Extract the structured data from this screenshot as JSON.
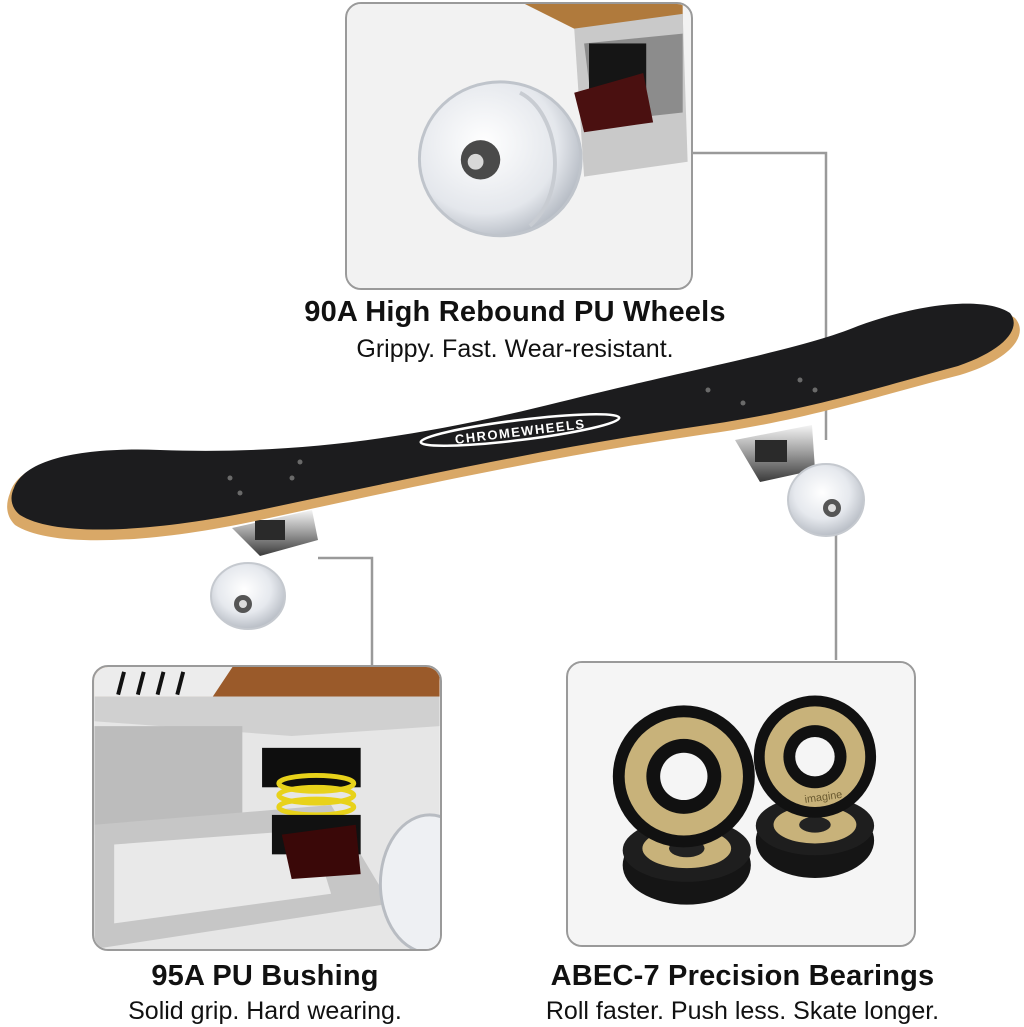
{
  "features": [
    {
      "title": "90A High Rebound PU Wheels",
      "subtitle": "Grippy. Fast. Wear-resistant."
    },
    {
      "title": "95A PU Bushing",
      "subtitle": "Solid grip. Hard wearing."
    },
    {
      "title": "ABEC-7 Precision Bearings",
      "subtitle": "Roll faster. Push less. Skate longer."
    }
  ],
  "board": {
    "brand_logo": "CHROMEWHEELS"
  },
  "bearing_marking": "imagine",
  "colors": {
    "griptape": "#1c1c1e",
    "wood_edge": "#d9a867",
    "panel_border": "#9a9a9a",
    "connector_line": "#9a9a9a",
    "bushing_spring": "#e8d21a",
    "bearing_shield": "#c8b27a"
  },
  "icons": [
    "wheel-closeup-photo",
    "truck-bushing-closeup-photo",
    "bearings-photo",
    "skateboard-photo"
  ]
}
